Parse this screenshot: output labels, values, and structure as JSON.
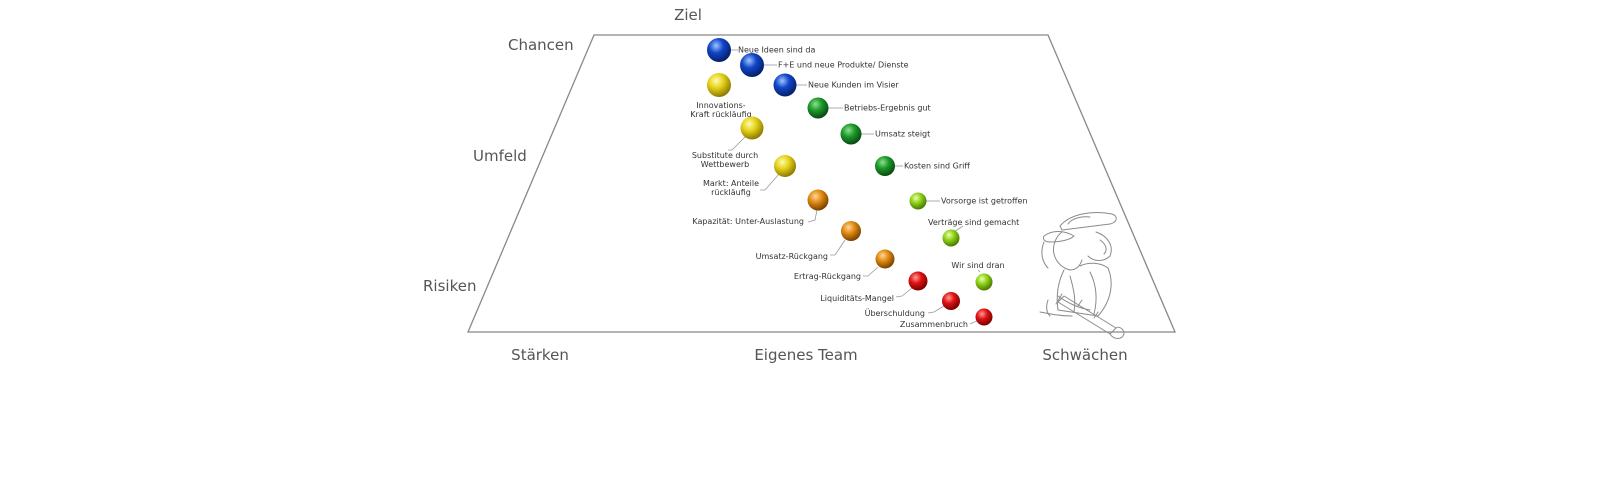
{
  "colors": {
    "blue": [
      "#9fc4ff",
      "#1146c8",
      "#061f6a"
    ],
    "yellow": [
      "#fffbb0",
      "#e6d21a",
      "#8d7a00"
    ],
    "green": [
      "#8fe08f",
      "#1c9a2a",
      "#0a4a12"
    ],
    "orange": [
      "#ffd79a",
      "#e08a12",
      "#7a4300"
    ],
    "lime": [
      "#eaffaf",
      "#8fd21a",
      "#4a7a00"
    ],
    "red": [
      "#ff9a9a",
      "#e01212",
      "#7a0000"
    ]
  },
  "axes": {
    "top": "Ziel",
    "left_top": "Chancen",
    "left_middle": "Umfeld",
    "left_bottom": "Risiken",
    "bottom_left": "Stärken",
    "bottom_middle": "Eigenes Team",
    "bottom_right": "Schwächen"
  },
  "items": [
    {
      "label": "Neue Ideen sind da",
      "color": "blue"
    },
    {
      "label": "F+E und neue Produkte/ Dienste",
      "color": "blue"
    },
    {
      "label": "Neue Kunden im Visier",
      "color": "blue"
    },
    {
      "label": "Innovations-",
      "label2": "Kraft rückläufig",
      "color": "yellow"
    },
    {
      "label": "Betriebs-Ergebnis gut",
      "color": "green"
    },
    {
      "label": "Umsatz steigt",
      "color": "green"
    },
    {
      "label": "Substitute durch",
      "label2": "Wettbewerb",
      "color": "yellow"
    },
    {
      "label": "Kosten sind Griff",
      "color": "green"
    },
    {
      "label": "Markt: Anteile",
      "label2": "rückläufig",
      "color": "yellow"
    },
    {
      "label": "Kapazität:  Unter-Auslastung",
      "color": "orange"
    },
    {
      "label": "Vorsorge ist getroffen",
      "color": "lime"
    },
    {
      "label": "Verträge sind gemacht",
      "color": "lime"
    },
    {
      "label": "Umsatz-Rückgang",
      "color": "orange"
    },
    {
      "label": "Ertrag-Rückgang",
      "color": "orange"
    },
    {
      "label": "Wir sind dran",
      "color": "lime"
    },
    {
      "label": "Liquiditäts-Mangel",
      "color": "red"
    },
    {
      "label": "Überschuldung",
      "color": "red"
    },
    {
      "label": "Zusammenbruch",
      "color": "red"
    }
  ]
}
